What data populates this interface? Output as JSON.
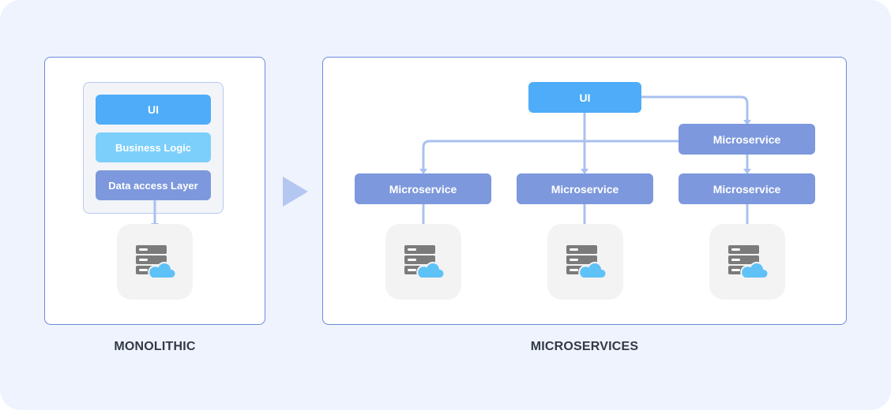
{
  "monolithic": {
    "caption": "MONOLITHIC",
    "layers": [
      {
        "label": "UI"
      },
      {
        "label": "Business Logic"
      },
      {
        "label": "Data access Layer"
      }
    ],
    "database_icon": "server-cloud-icon"
  },
  "transition_icon": "play-triangle-icon",
  "microservices": {
    "caption": "MICROSERVICES",
    "ui_label": "UI",
    "services": [
      {
        "label": "Microservice"
      },
      {
        "label": "Microservice"
      },
      {
        "label": "Microservice"
      },
      {
        "label": "Microservice"
      }
    ],
    "database_icon": "server-cloud-icon"
  },
  "colors": {
    "background": "#eef3fd",
    "panel_border": "#6f89dc",
    "ui_block": "#4eacf8",
    "business_logic_block": "#7ccffb",
    "service_block": "#7d98dc",
    "connector": "#a9c1ef",
    "server_icon": "#7b7b7b",
    "cloud_icon": "#5ec2f7"
  }
}
